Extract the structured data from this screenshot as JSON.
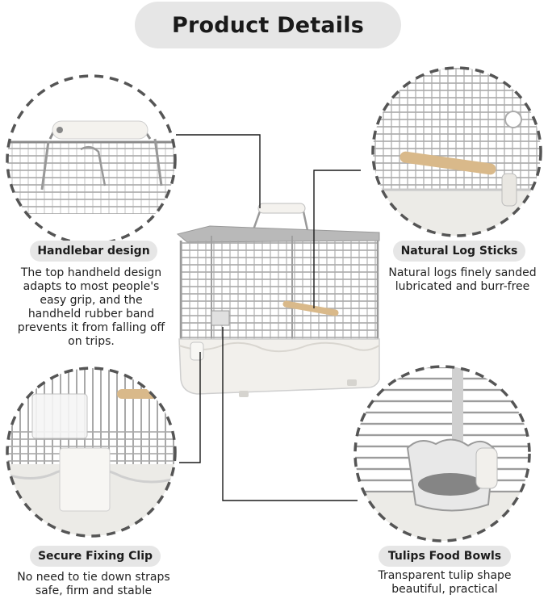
{
  "title": "Product Details",
  "features": [
    {
      "label": "Handlebar design",
      "description": [
        "The top handheld design",
        "adapts to most people's",
        "easy grip, and the",
        "handheld rubber band",
        "prevents it from falling off",
        "on trips."
      ]
    },
    {
      "label": "Natural Log Sticks",
      "description": [
        "Natural logs finely sanded",
        "lubricated and burr-free"
      ]
    },
    {
      "label": "Secure Fixing Clip",
      "description": [
        "No need to tie down straps",
        "safe, firm and stable"
      ]
    },
    {
      "label": "Tulips Food Bowls",
      "description": [
        "Transparent tulip shape",
        "beautiful, practical"
      ]
    }
  ],
  "colors": {
    "pill_bg": "#e6e6e6",
    "circle_border": "#555555",
    "cage_wire": "#9a9a9a",
    "cage_base": "#f2f0ec",
    "perch": "#d9b98a"
  },
  "icons": [
    "cage-illustration",
    "handlebar-closeup",
    "perch-closeup",
    "clip-closeup",
    "food-bowl-closeup"
  ]
}
